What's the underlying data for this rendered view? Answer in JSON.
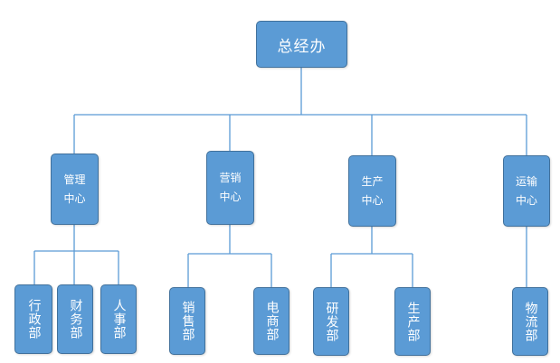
{
  "org_chart": {
    "root": {
      "label": "总经办"
    },
    "centers": [
      {
        "key": "management",
        "label": "管理\n中心",
        "departments": [
          "行政部",
          "财务部",
          "人事部"
        ]
      },
      {
        "key": "marketing",
        "label": "营销\n中心",
        "departments": [
          "销售部",
          "电商部"
        ]
      },
      {
        "key": "production",
        "label": "生产\n中心",
        "departments": [
          "研发部",
          "生产部"
        ]
      },
      {
        "key": "logistics",
        "label": "运输\n中心",
        "departments": [
          "物流部"
        ]
      }
    ]
  },
  "colors": {
    "node_fill": "#5b9bd5",
    "node_border": "#41719c",
    "connector": "#5b9bd5",
    "text": "#ffffff"
  }
}
